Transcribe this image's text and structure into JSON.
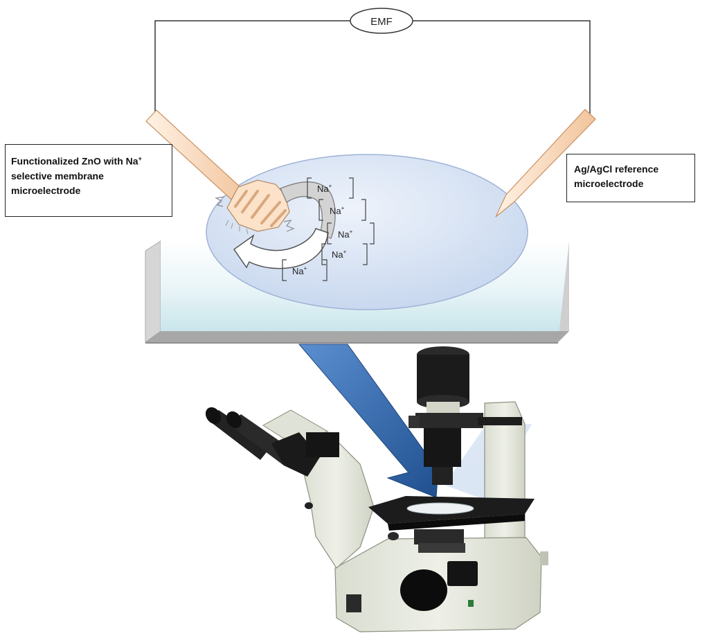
{
  "emf_label": "EMF",
  "left_label": {
    "line1_text": "Functionalized ZnO with Na",
    "line1_sup": "+",
    "line2": "selective membrane",
    "line3": "microelectrode"
  },
  "right_label": {
    "line1": "Ag/AgCl reference",
    "line2": "microelectrode"
  },
  "ions": [
    {
      "label": "Na",
      "charge": "+"
    },
    {
      "label": "Na",
      "charge": "+"
    },
    {
      "label": "Na",
      "charge": "+"
    },
    {
      "label": "Na",
      "charge": "+"
    },
    {
      "label": "Na",
      "charge": "+"
    }
  ],
  "colors": {
    "wire": "#333333",
    "electrode_fill": "#fbe2c8",
    "electrode_stroke": "#c89060",
    "dish_fill": "#d9e5f5",
    "tray_fill": "#dff0f3",
    "tray_rim": "#a9a9a9",
    "arrow_blue": "#2d5e9e",
    "microscope_body": "#e6e9de",
    "microscope_dark": "#1a1a1a"
  }
}
